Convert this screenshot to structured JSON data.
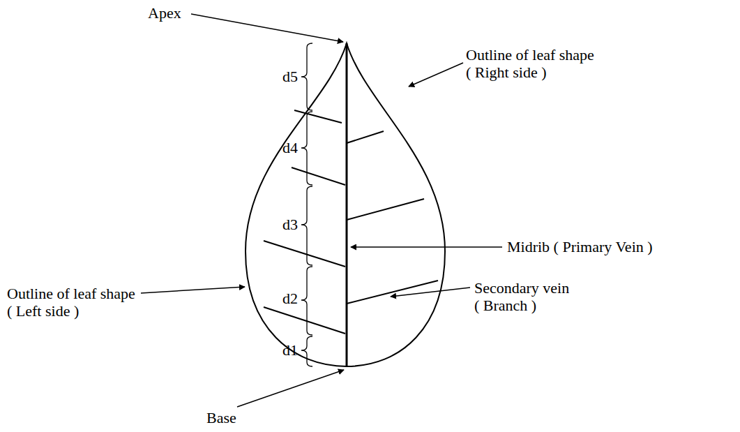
{
  "diagram": {
    "labels": [
      "Apex",
      "Outline of leaf shape ( Right side )",
      "d5",
      "d4",
      "Midrib ( Primary Vein )",
      "d3",
      "Outline of leaf shape ( Left side )",
      "d2",
      "Secondary vein ( Branch )",
      "d1",
      "Base"
    ]
  }
}
